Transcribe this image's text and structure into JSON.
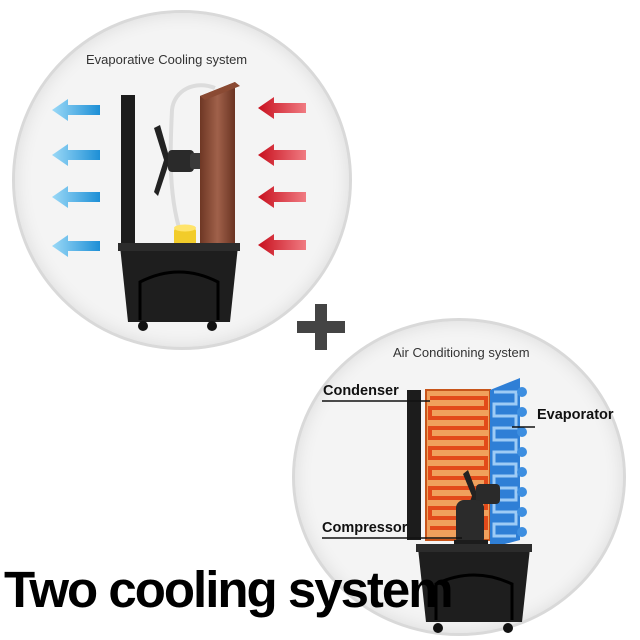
{
  "top_diagram": {
    "title": "Evaporative Cooling system",
    "colors": {
      "cool_arrow": "#29a8e6",
      "warm_arrow": "#e0313c",
      "pad": "#8a4a33",
      "tank": "#1e1e1e",
      "water_cup": "#f2cc2a"
    }
  },
  "bottom_diagram": {
    "title": "Air Conditioning system",
    "labels": {
      "condenser": "Condenser",
      "evaporator": "Evaporator",
      "compressor": "Compressor"
    },
    "colors": {
      "condenser_coil": "#e56a24",
      "evaporator_coil": "#2f7fd6"
    }
  },
  "plus_symbol": "+",
  "headline": "Two cooling system"
}
